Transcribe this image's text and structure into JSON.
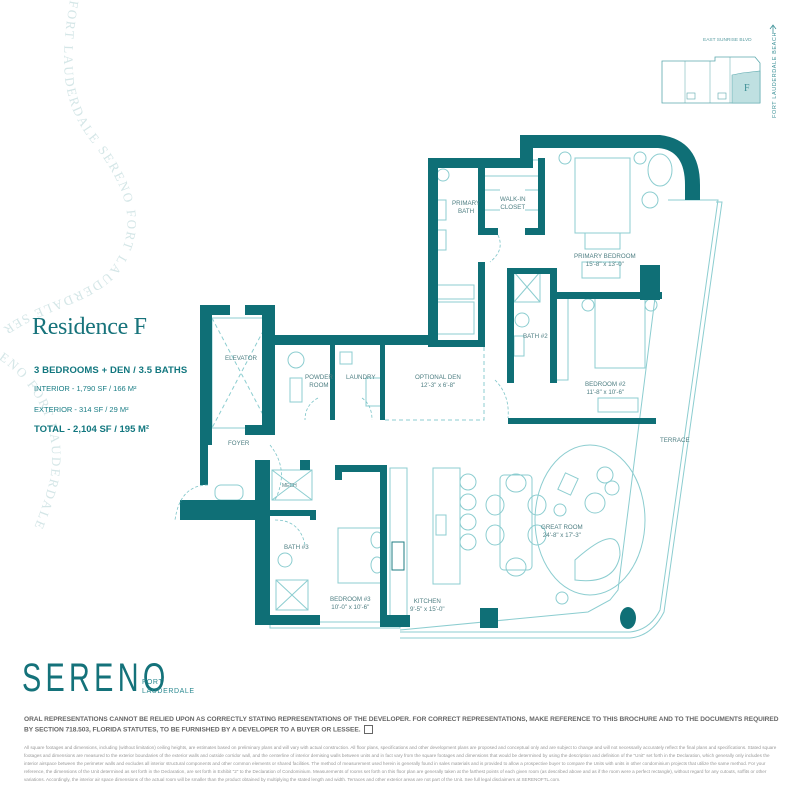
{
  "residence": {
    "title": "Residence F",
    "bedrooms_baths": "3 BEDROOMS + DEN / 3.5 BATHS",
    "interior": "INTERIOR - 1,790 SF / 166 M²",
    "exterior": "EXTERIOR - 314 SF / 29 M²",
    "total": "TOTAL - 2,104 SF / 195 M²"
  },
  "watermark": {
    "text": "FORT LAUDERDALE SERENO FORT LAUDERDALE SERENO FORT LAUDERDALE"
  },
  "keyplan": {
    "street": "EAST SUNRISE BLVD",
    "beach": "FORT LAUDERDALE BEACH",
    "highlight": "F",
    "arrow": "arrow-up-icon"
  },
  "rooms": [
    {
      "id": "primary-bath",
      "name": "PRIMARY\nBATH",
      "dims": ""
    },
    {
      "id": "walk-in-closet",
      "name": "WALK-IN\nCLOSET",
      "dims": ""
    },
    {
      "id": "primary-bedroom",
      "name": "PRIMARY BEDROOM",
      "dims": "15'-8\" x 13'-0\""
    },
    {
      "id": "bath-2",
      "name": "BATH #2",
      "dims": ""
    },
    {
      "id": "bedroom-2",
      "name": "BEDROOM #2",
      "dims": "11'-8\" x 10'-6\""
    },
    {
      "id": "elevator",
      "name": "ELEVATOR",
      "dims": ""
    },
    {
      "id": "powder-room",
      "name": "POWDER\nROOM",
      "dims": ""
    },
    {
      "id": "laundry",
      "name": "LAUNDRY",
      "dims": ""
    },
    {
      "id": "optional-den",
      "name": "OPTIONAL DEN",
      "dims": "12'-3\" x 6'-8\""
    },
    {
      "id": "foyer",
      "name": "FOYER",
      "dims": ""
    },
    {
      "id": "terrace",
      "name": "TERRACE",
      "dims": ""
    },
    {
      "id": "mech",
      "name": "MECH",
      "dims": ""
    },
    {
      "id": "bath-3",
      "name": "BATH #3",
      "dims": ""
    },
    {
      "id": "bedroom-3",
      "name": "BEDROOM #3",
      "dims": "10'-0\" x 10'-6\""
    },
    {
      "id": "kitchen",
      "name": "KITCHEN",
      "dims": "9'-5\" x 15'-0\""
    },
    {
      "id": "great-room",
      "name": "GREAT ROOM",
      "dims": "24'-8\" x 17'-3\""
    }
  ],
  "brand": {
    "logo": "SERENO",
    "sub_line1": "FORT",
    "sub_line2": "LAUDERDALE"
  },
  "disclaimer": {
    "main": "ORAL REPRESENTATIONS CANNOT BE RELIED UPON AS CORRECTLY STATING REPRESENTATIONS OF THE DEVELOPER. FOR CORRECT REPRESENTATIONS, MAKE REFERENCE TO THIS BROCHURE AND TO THE DOCUMENTS REQUIRED BY SECTION 718.503, FLORIDA STATUTES, TO BE FURNISHED BY A DEVELOPER TO A BUYER OR LESSEE.",
    "equal_housing_icon": "equal-housing-icon",
    "fine": "All square footages and dimensions, including (without limitation) ceiling heights, are estimates based on preliminary plans and will vary with actual construction. All floor plans, specifications and other development plans are proposed and conceptual only and are subject to change and will not necessarily accurately reflect the final plans and specifications. Stated square footages and dimensions are measured to the exterior boundaries of the exterior walls and outside corridor wall, and the centerline of interior demising walls between units and in fact vary from the square footages and dimensions that would be determined by using the description and definition of the \"Unit\" set forth in the Declaration, which generally only includes the interior airspace between the perimeter walls and excludes all interior structural components and other common elements or shared facilities. The method of measurement used herein is generally found in sales materials and is provided to allow a prospective buyer to compare the Units with units in other condominium projects that utilize the same method. For your reference, the dimensions of the Unit determined as set forth in the Declaration, are set forth in Exhibit \"2\" to the Declaration of Condominium. Measurements of rooms set forth on this floor plan are generally taken at the farthest points of each given room (as described above and as if the room were a perfect rectangle), without regard for any cutouts, soffits or other variations. Accordingly, the interior air space dimensions of the actual room will be smaller than the product obtained by multiplying the stated length and width. Terraces and other exterior areas are not part of the Unit. See full legal disclaimers at SERENOFTL.com."
  },
  "colors": {
    "wall": "#0f6f76",
    "fixture": "#7cc4c8",
    "label": "#4f7f83",
    "watermark": "#cfe3e4",
    "keyplan_fill": "#bfe0e1"
  }
}
